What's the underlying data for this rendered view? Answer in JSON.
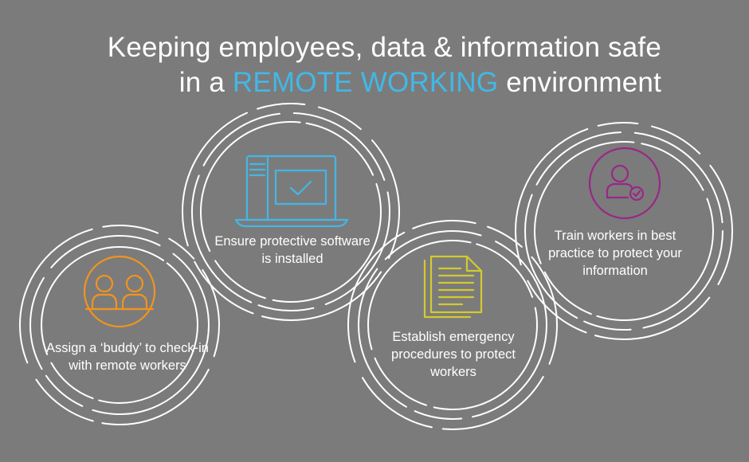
{
  "title": {
    "line1": "Keeping employees, data & information safe",
    "line2_prefix": "in a ",
    "line2_highlight": "REMOTE WORKING",
    "line2_suffix": " environment"
  },
  "items": [
    {
      "label": "Assign a ‘buddy’ to check-in with remote workers",
      "icon": "people-pair-icon",
      "color": "#f0941e"
    },
    {
      "label": "Ensure protective software is installed",
      "icon": "computer-check-icon",
      "color": "#41b8e6"
    },
    {
      "label": "Establish emergency procedures to protect workers",
      "icon": "documents-icon",
      "color": "#d2cb2d"
    },
    {
      "label": "Train workers in best practice to protect your information",
      "icon": "user-check-icon",
      "color": "#9a2785"
    }
  ],
  "colors": {
    "background": "#7b7b7c",
    "accent": "#41b8e6",
    "ring": "#ffffff"
  }
}
